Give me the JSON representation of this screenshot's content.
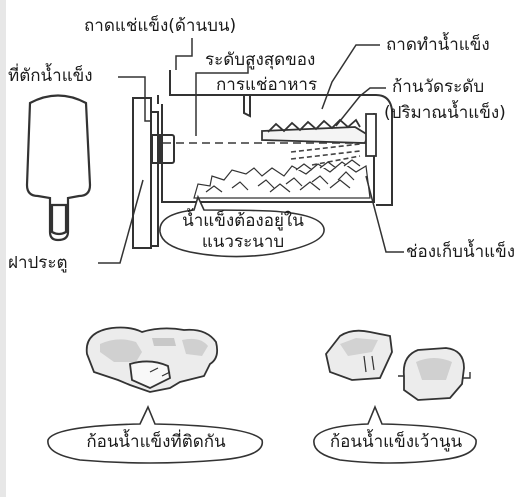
{
  "labels": {
    "top_tray": "ถาดแช่แข็ง(ด้านบน)",
    "ice_scoop": "ที่ตักน้ำแข็ง",
    "max_food_level_line1": "ระดับสูงสุดของ",
    "max_food_level_line2": "การแช่อาหาร",
    "ice_maker_tray": "ถาดทำน้ำแข็ง",
    "level_arm_line1": "ก้านวัดระดับ",
    "level_arm_line2": "(ปริมาณน้ำแข็ง)",
    "level_note_line1": "น้ำแข็งต้องอยู่ใน",
    "level_note_line2": "แนวระนาบ",
    "door_cover": "ฝาประตู",
    "ice_bin": "ช่องเก็บน้ำแข็ง",
    "stuck_ice": "ก้อนน้ำแข็งที่ติดกัน",
    "hollow_ice": "ก้อนน้ำแข็งเว้านูน"
  }
}
